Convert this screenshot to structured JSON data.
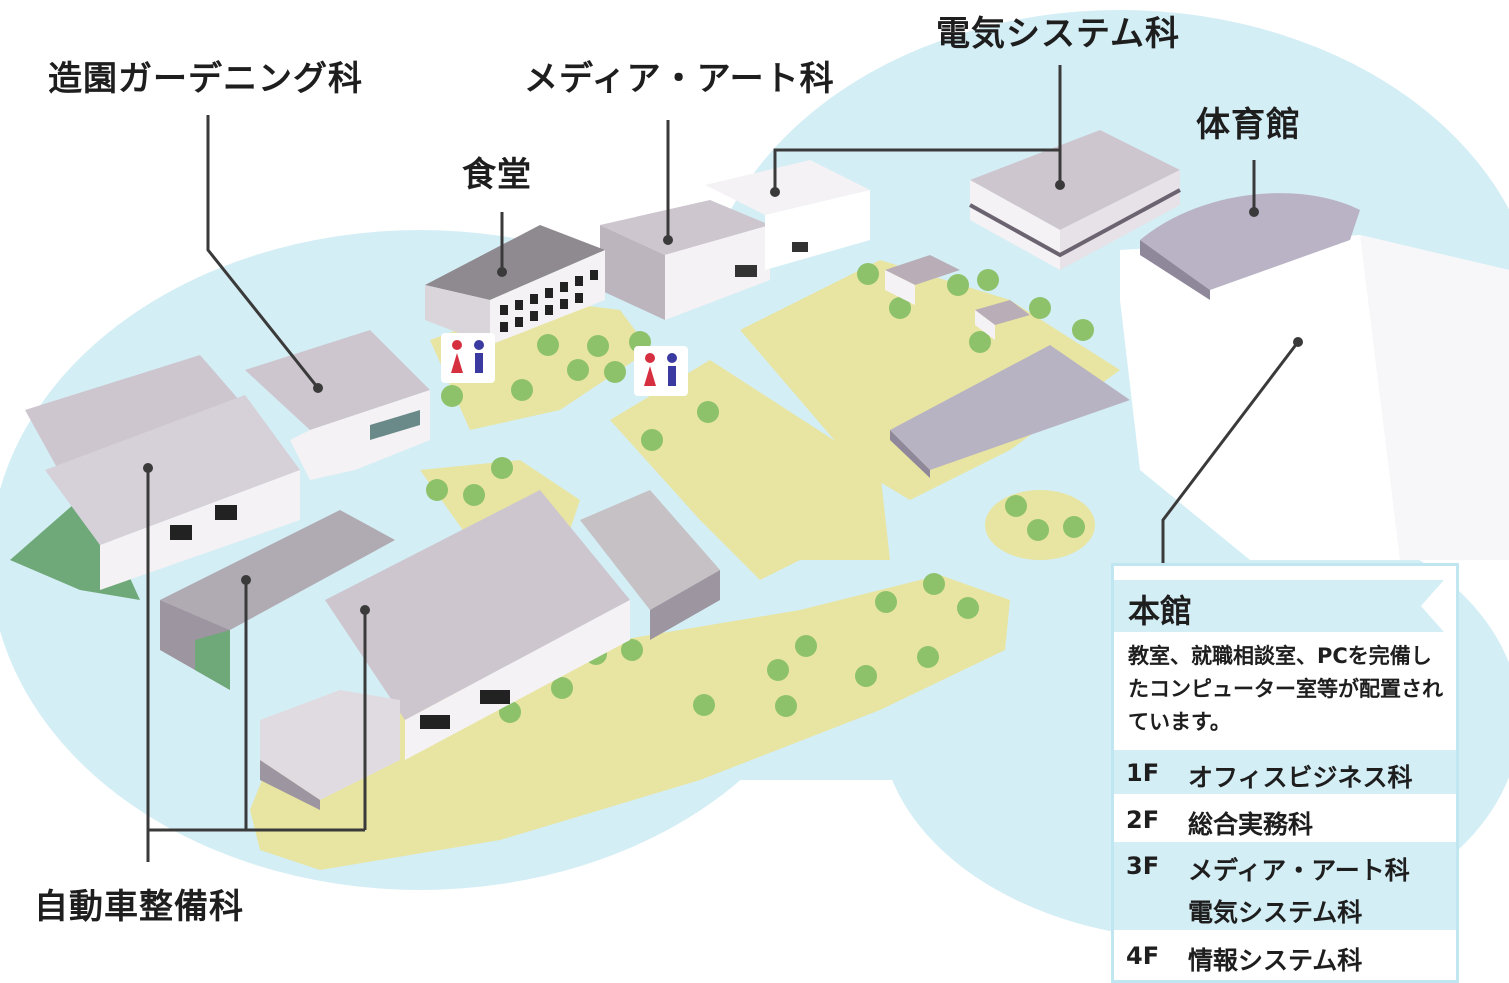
{
  "labels": {
    "landscape_gardening": "造園ガーデニング科",
    "media_art": "メディア・アート科",
    "electrical_systems": "電気システム科",
    "cafeteria": "食堂",
    "gymnasium": "体育館",
    "auto_maintenance": "自動車整備科"
  },
  "main_building": {
    "title": "本館",
    "description": "教室、就職相談室、PCを完備したコンピューター室等が配置されています。",
    "floors": [
      {
        "floor": "1F",
        "departments": [
          "オフィスビジネス科"
        ]
      },
      {
        "floor": "2F",
        "departments": [
          "総合実務科"
        ]
      },
      {
        "floor": "3F",
        "departments": [
          "メディア・アート科",
          "電気システム科"
        ]
      },
      {
        "floor": "4F",
        "departments": [
          "情報システム科"
        ]
      }
    ]
  },
  "icons": [
    "restroom-icon",
    "restroom-icon"
  ],
  "colors": {
    "water_blob": "#d4eef5",
    "lawn": "#e8e5a2",
    "tree": "#8dc26a",
    "roof": "#cdc6cf",
    "wall": "#f4f2f4",
    "shadow_wall": "#9d959f",
    "green_strip": "#6fa97a",
    "leader_line": "#3a3a3a",
    "restroom_male": "#3a3aa0",
    "restroom_female": "#d63040"
  }
}
